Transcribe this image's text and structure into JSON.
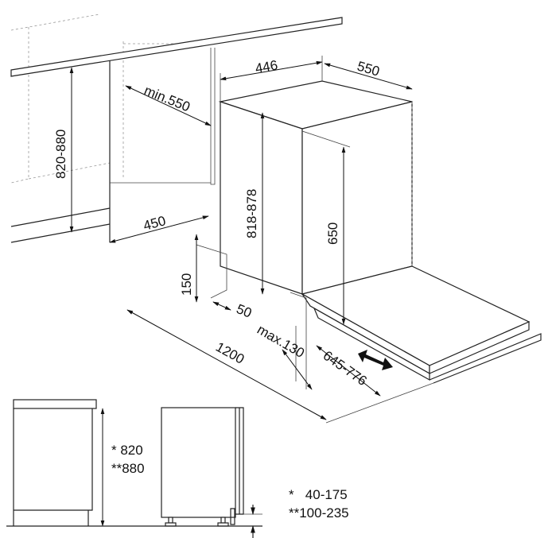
{
  "dimensions": {
    "width": "446",
    "depth": "550",
    "niche_depth": "min.550",
    "niche_height": "820-880",
    "appliance_height": "818-878",
    "door_height": "650",
    "niche_width": "450",
    "plinth_height": "150",
    "plinth_depth": "50",
    "door_swing": "1200",
    "plinth_max": "max.130",
    "door_offset": "645-776"
  },
  "side_view": {
    "height_1": "* 820",
    "height_2": "**880",
    "foot_1": "*   40-175",
    "foot_2": "**100-235"
  }
}
